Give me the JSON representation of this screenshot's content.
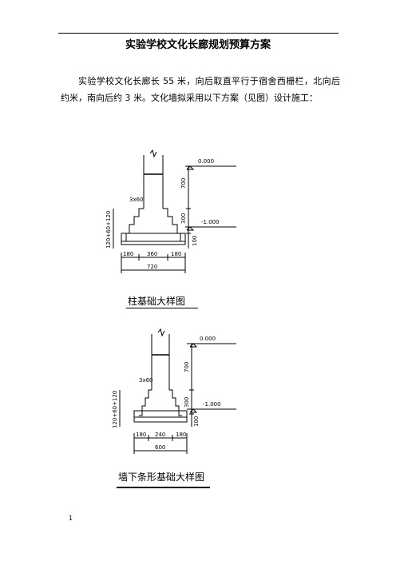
{
  "document": {
    "title": "实验学校文化长廊规划预算方案",
    "paragraph": "实验学校文化长廊长 55 米，向后取直平行于宿舍西栅栏，北向后约米，南向后约 3 米。文化墙拟采用以下方案（见图）设计施工：",
    "page_number": "1"
  },
  "figure1": {
    "caption": "柱基础大样图",
    "elev_top": "0.000",
    "elev_bottom": "-1.000",
    "dim_700": "700",
    "dim_300": "300",
    "dim_100": "100",
    "step_label": "3x60",
    "left_dim": "120+60+120",
    "base_dims": [
      "180",
      "360",
      "180"
    ],
    "total_width": "720"
  },
  "figure2": {
    "caption": "墙下条形基础大样图",
    "elev_top": "0.000",
    "elev_bottom": "-1.000",
    "dim_700": "700",
    "dim_300": "300",
    "dim_100": "100",
    "step_label": "3x60",
    "left_dim": "120+60+120",
    "base_dims": [
      "180",
      "240",
      "180"
    ],
    "total_width": "600"
  }
}
